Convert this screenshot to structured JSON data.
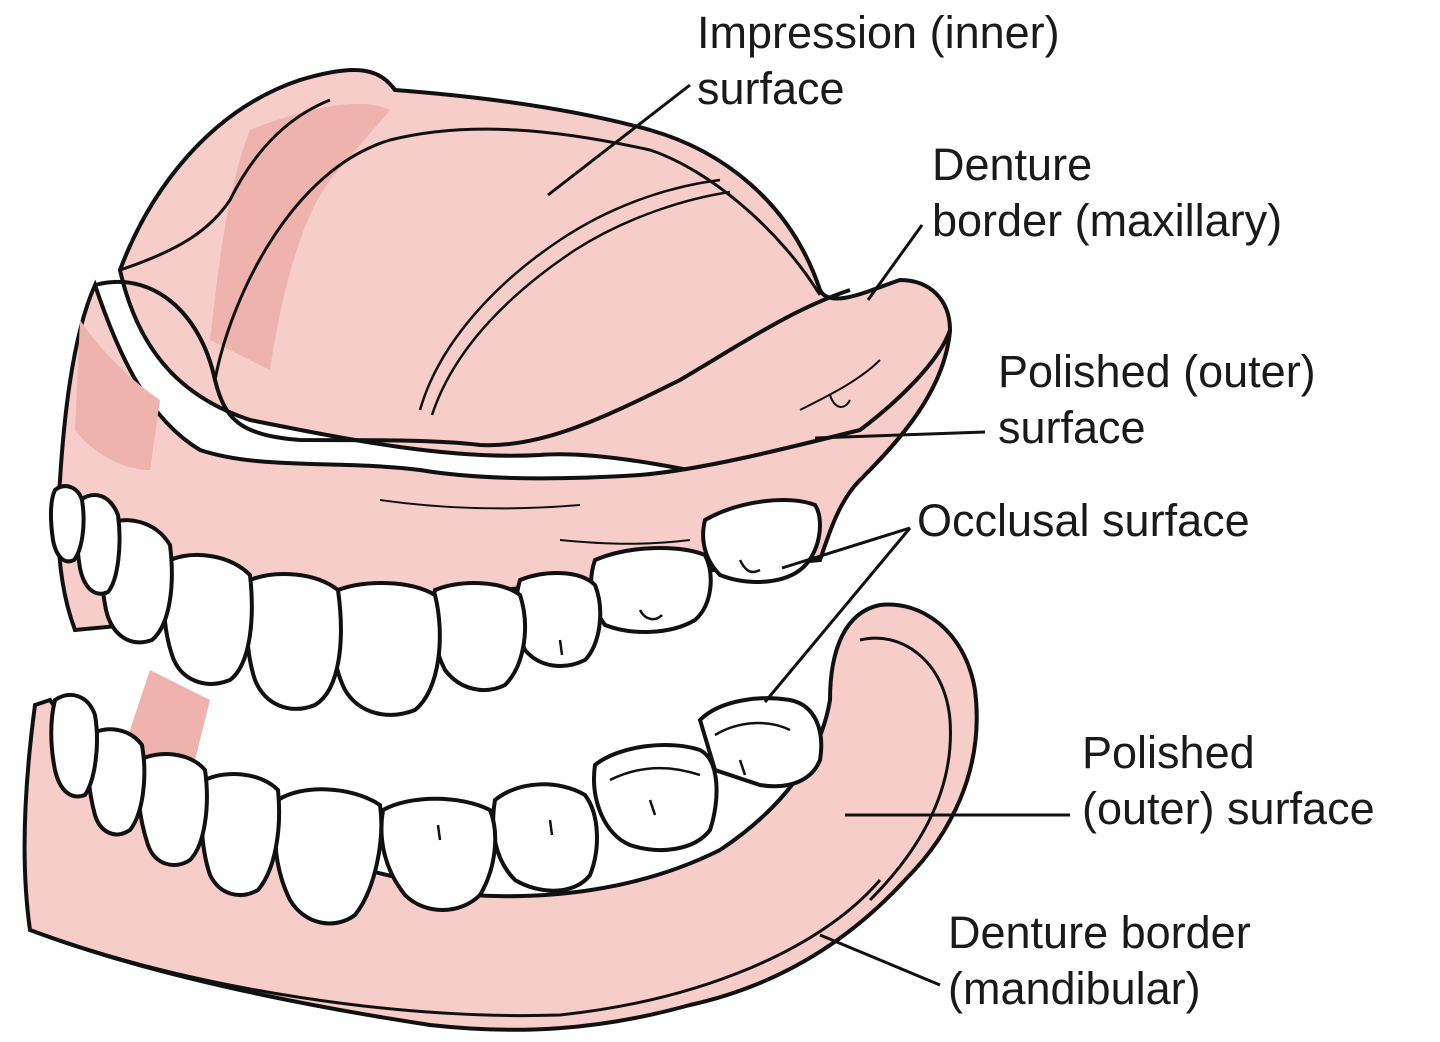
{
  "colors": {
    "gum": "#f6cdc8",
    "gum_shade": "#eeb3ad",
    "tooth": "#ffffff",
    "outline": "#111111"
  },
  "labels": {
    "impression": {
      "line1": "Impression (inner)",
      "line2": "surface"
    },
    "border_max": {
      "line1": "Denture",
      "line2": "border (maxillary)"
    },
    "polished_upper": {
      "line1": "Polished (outer)",
      "line2": "surface"
    },
    "occlusal": {
      "line1": "Occlusal surface"
    },
    "polished_lower": {
      "line1": "Polished",
      "line2": "(outer) surface"
    },
    "border_mand": {
      "line1": "Denture border",
      "line2": "(mandibular)"
    }
  }
}
